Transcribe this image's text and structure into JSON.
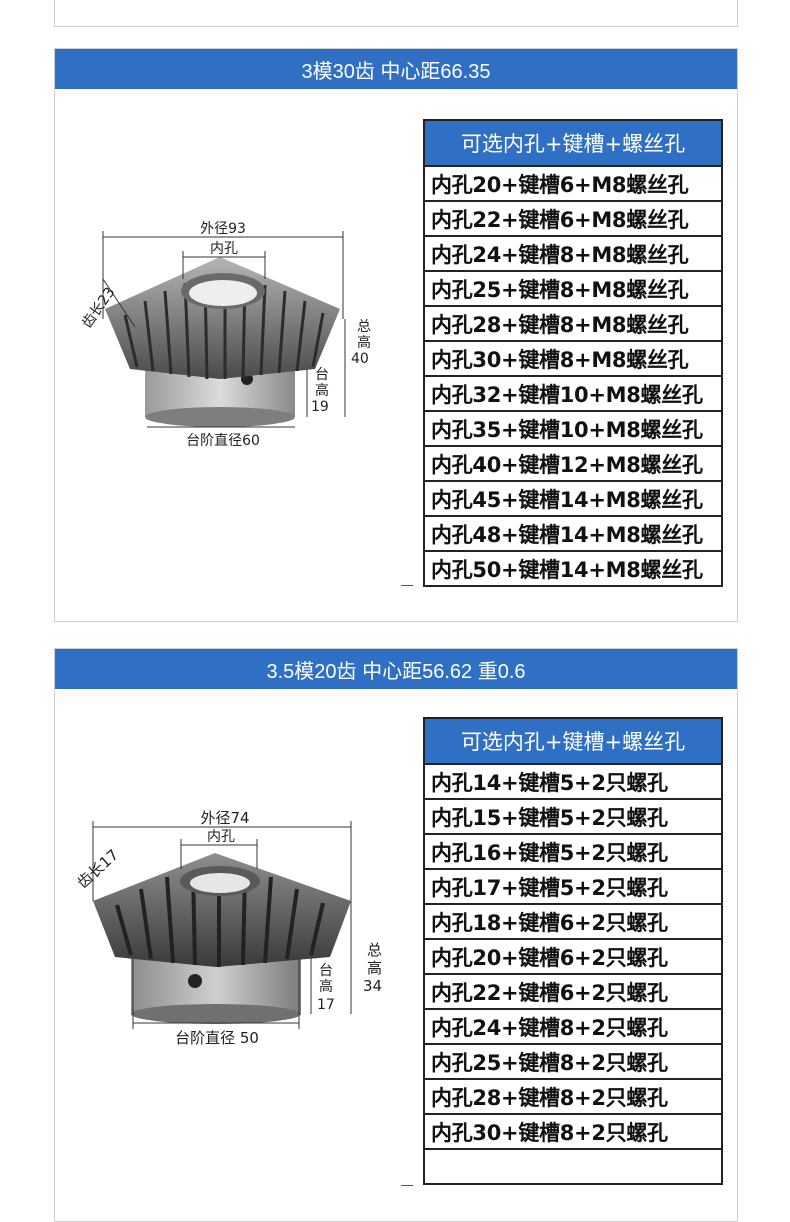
{
  "card1": {
    "header": "3模30齿  中心距66.35",
    "table_title": "可选内孔+键槽+螺丝孔",
    "rows": [
      "内孔20+键槽6+M8螺丝孔",
      "内孔22+键槽6+M8螺丝孔",
      "内孔24+键槽8+M8螺丝孔",
      "内孔25+键槽8+M8螺丝孔",
      "内孔28+键槽8+M8螺丝孔",
      "内孔30+键槽8+M8螺丝孔",
      "内孔32+键槽10+M8螺丝孔",
      "内孔35+键槽10+M8螺丝孔",
      "内孔40+键槽12+M8螺丝孔",
      "内孔45+键槽14+M8螺丝孔",
      "内孔48+键槽14+M8螺丝孔",
      "内孔50+键槽14+M8螺丝孔"
    ],
    "dims": {
      "outer": "外径93",
      "bore": "内孔",
      "tooth": "齿长23",
      "total_a": "总",
      "total_b": "高",
      "total_c": "40",
      "step_a": "台",
      "step_b": "高",
      "step_c": "19",
      "step_dia": "台阶直径60"
    }
  },
  "card2": {
    "header": "3.5模20齿  中心距56.62  重0.6",
    "table_title": "可选内孔+键槽+螺丝孔",
    "rows": [
      "内孔14+键槽5+2只螺孔",
      "内孔15+键槽5+2只螺孔",
      "内孔16+键槽5+2只螺孔",
      "内孔17+键槽5+2只螺孔",
      "内孔18+键槽6+2只螺孔",
      "内孔20+键槽6+2只螺孔",
      "内孔22+键槽6+2只螺孔",
      "内孔24+键槽8+2只螺孔",
      "内孔25+键槽8+2只螺孔",
      "内孔28+键槽8+2只螺孔",
      "内孔30+键槽8+2只螺孔"
    ],
    "dims": {
      "outer": "外径74",
      "bore": "内孔",
      "tooth": "齿长17",
      "total_a": "总",
      "total_b": "高",
      "total_c": "34",
      "step_a": "台",
      "step_b": "高",
      "step_c": "17",
      "step_dia": "台阶直径 50"
    }
  }
}
